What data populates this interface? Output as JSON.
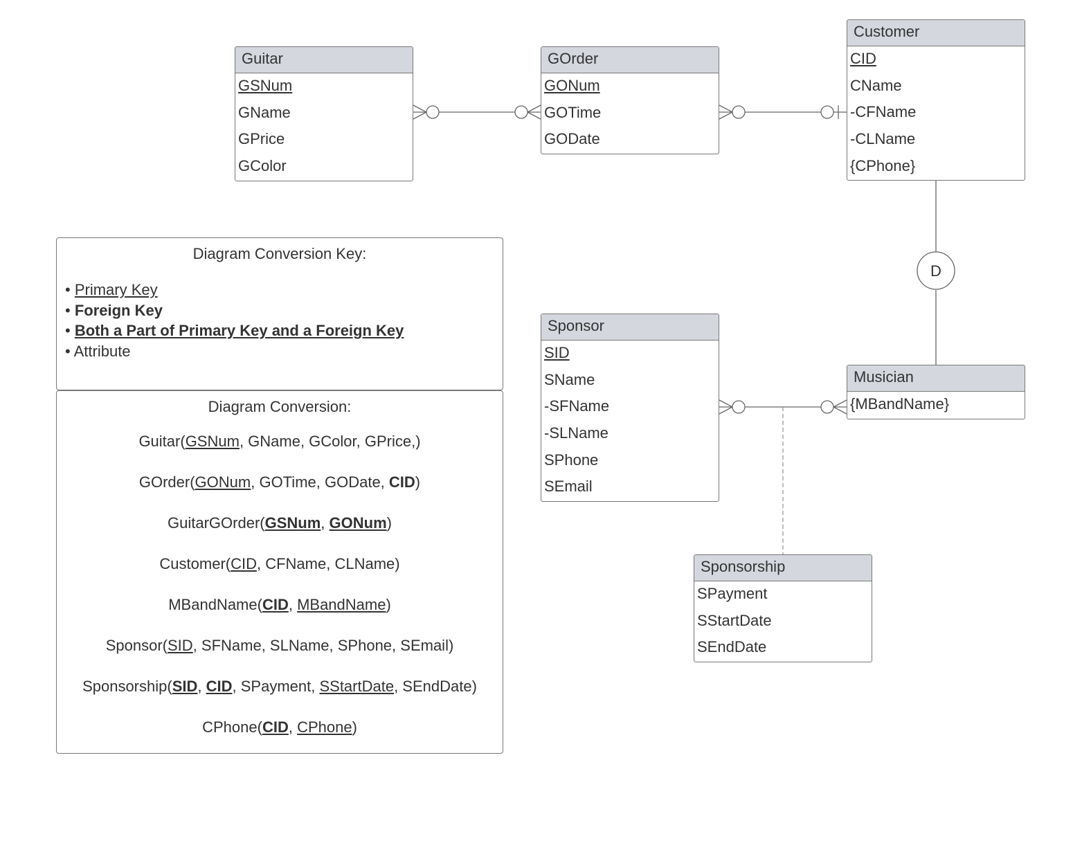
{
  "entities": [
    {
      "id": "guitar",
      "name": "Guitar",
      "attributes": [
        {
          "text": "GSNum",
          "style": "pk"
        },
        {
          "text": "GName",
          "style": "plain"
        },
        {
          "text": "GPrice",
          "style": "plain"
        },
        {
          "text": "GColor",
          "style": "plain"
        }
      ]
    },
    {
      "id": "gorder",
      "name": "GOrder",
      "attributes": [
        {
          "text": "GONum",
          "style": "pk"
        },
        {
          "text": "GOTime",
          "style": "plain"
        },
        {
          "text": "GODate",
          "style": "plain"
        }
      ]
    },
    {
      "id": "customer",
      "name": "Customer",
      "attributes": [
        {
          "text": "CID",
          "style": "pk"
        },
        {
          "text": "CName",
          "style": "plain"
        },
        {
          "text": "-CFName",
          "style": "plain"
        },
        {
          "text": "-CLName",
          "style": "plain"
        },
        {
          "text": "{CPhone}",
          "style": "plain"
        }
      ]
    },
    {
      "id": "sponsor",
      "name": "Sponsor",
      "attributes": [
        {
          "text": "SID",
          "style": "pk"
        },
        {
          "text": "SName",
          "style": "plain"
        },
        {
          "text": "-SFName",
          "style": "plain"
        },
        {
          "text": "-SLName",
          "style": "plain"
        },
        {
          "text": "SPhone",
          "style": "plain"
        },
        {
          "text": "SEmail",
          "style": "plain"
        }
      ]
    },
    {
      "id": "musician",
      "name": "Musician",
      "attributes": [
        {
          "text": "{MBandName}",
          "style": "plain"
        }
      ]
    },
    {
      "id": "sponsorship",
      "name": "Sponsorship",
      "attributes": [
        {
          "text": "SPayment",
          "style": "plain"
        },
        {
          "text": "SStartDate",
          "style": "plain"
        },
        {
          "text": "SEndDate",
          "style": "plain"
        }
      ]
    }
  ],
  "relationships": [
    {
      "from": "Guitar",
      "to": "GOrder",
      "from_cardinality": "zero-or-many",
      "to_cardinality": "zero-or-many"
    },
    {
      "from": "GOrder",
      "to": "Customer",
      "from_cardinality": "zero-or-many",
      "to_cardinality": "zero-or-one"
    },
    {
      "from": "Customer",
      "to": "Musician",
      "type": "disjoint-specialization",
      "label": "D"
    },
    {
      "from": "Sponsor",
      "to": "Musician",
      "from_cardinality": "zero-or-many",
      "to_cardinality": "zero-or-many",
      "associative_entity": "Sponsorship"
    }
  ],
  "key": {
    "title": "Diagram Conversion Key:",
    "items": [
      {
        "text": "Primary Key",
        "style": "pk"
      },
      {
        "text": "Foreign Key",
        "style": "fk"
      },
      {
        "text": "Both a Part of Primary Key and a Foreign Key",
        "style": "pkfk"
      },
      {
        "text": "Attribute",
        "style": "plain"
      }
    ]
  },
  "conversion": {
    "title": "Diagram Conversion:",
    "relations": [
      [
        {
          "t": "Guitar(",
          "s": "plain"
        },
        {
          "t": "GSNum",
          "s": "pk"
        },
        {
          "t": ", GName, GColor, GPrice,)",
          "s": "plain"
        }
      ],
      [
        {
          "t": "GOrder(",
          "s": "plain"
        },
        {
          "t": "GONum",
          "s": "pk"
        },
        {
          "t": ", GOTime, GODate, ",
          "s": "plain"
        },
        {
          "t": "CID",
          "s": "fk"
        },
        {
          "t": ")",
          "s": "plain"
        }
      ],
      [
        {
          "t": "GuitarGOrder(",
          "s": "plain"
        },
        {
          "t": "GSNum",
          "s": "pkfk"
        },
        {
          "t": ", ",
          "s": "plain"
        },
        {
          "t": "GONum",
          "s": "pkfk"
        },
        {
          "t": ")",
          "s": "plain"
        }
      ],
      [
        {
          "t": "Customer(",
          "s": "plain"
        },
        {
          "t": "CID",
          "s": "pk"
        },
        {
          "t": ", CFName, CLName)",
          "s": "plain"
        }
      ],
      [
        {
          "t": "MBandName(",
          "s": "plain"
        },
        {
          "t": "CID",
          "s": "pkfk"
        },
        {
          "t": ", ",
          "s": "plain"
        },
        {
          "t": "MBandName",
          "s": "pk"
        },
        {
          "t": ")",
          "s": "plain"
        }
      ],
      [
        {
          "t": "Sponsor(",
          "s": "plain"
        },
        {
          "t": "SID",
          "s": "pk"
        },
        {
          "t": ", SFName, SLName, SPhone, SEmail)",
          "s": "plain"
        }
      ],
      [
        {
          "t": "Sponsorship(",
          "s": "plain"
        },
        {
          "t": "SID",
          "s": "pkfk"
        },
        {
          "t": ", ",
          "s": "plain"
        },
        {
          "t": "CID",
          "s": "pkfk"
        },
        {
          "t": ", SPayment, ",
          "s": "plain"
        },
        {
          "t": "SStartDate",
          "s": "pk"
        },
        {
          "t": ", SEndDate)",
          "s": "plain"
        }
      ],
      [
        {
          "t": "CPhone(",
          "s": "plain"
        },
        {
          "t": "CID",
          "s": "pkfk"
        },
        {
          "t": ", ",
          "s": "plain"
        },
        {
          "t": "CPhone",
          "s": "pk"
        },
        {
          "t": ")",
          "s": "plain"
        }
      ]
    ]
  },
  "colors": {
    "header_fill": "#d4d7de",
    "border": "#777777",
    "text": "#333333"
  }
}
